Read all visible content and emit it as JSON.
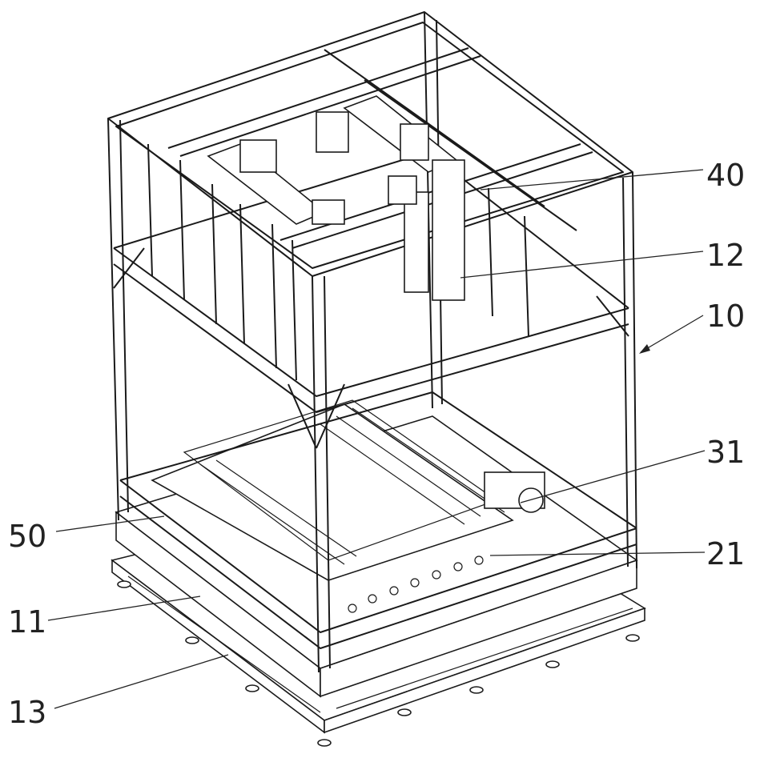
{
  "figure": {
    "type": "patent-isometric-drawing",
    "reference_numerals": {
      "top_right_40": "40",
      "right_12": "12",
      "right_10": "10",
      "right_31": "31",
      "right_21": "21",
      "left_50": "50",
      "left_11": "11",
      "left_13": "13"
    }
  }
}
